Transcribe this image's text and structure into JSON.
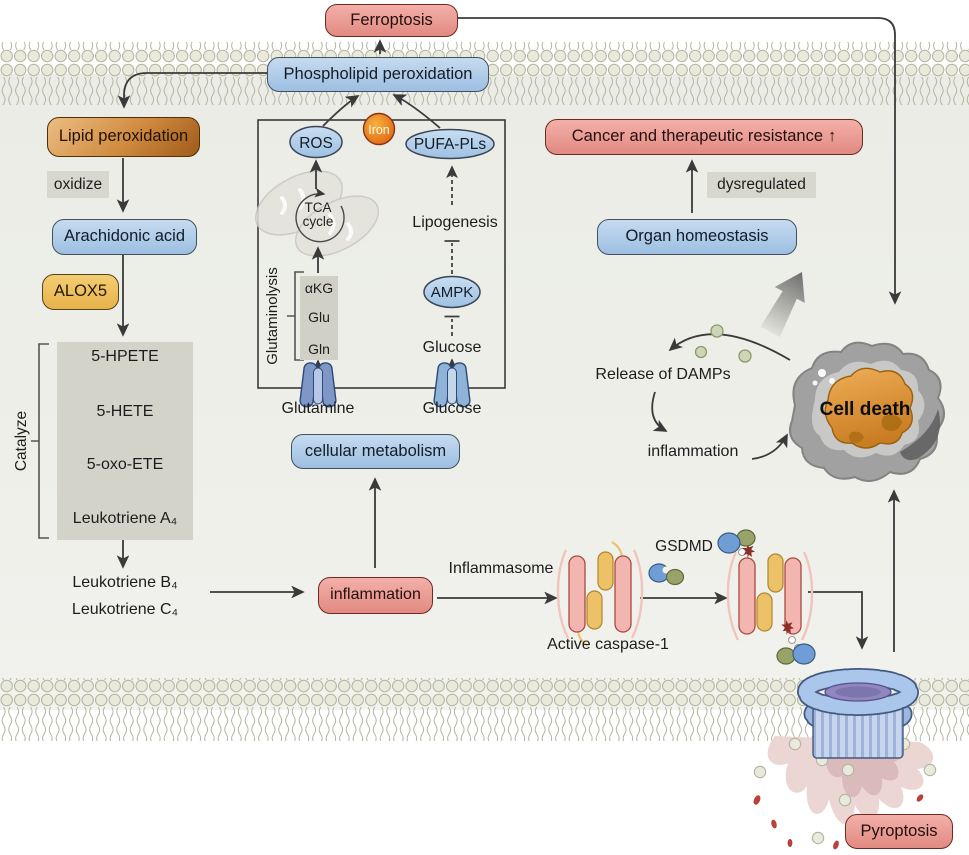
{
  "labels": {
    "ferroptosis": "Ferroptosis",
    "phospholipid_peroxidation": "Phospholipid peroxidation",
    "lipid_peroxidation": "Lipid peroxidation",
    "oxidize": "oxidize",
    "arachidonic_acid": "Arachidonic acid",
    "alox5": "ALOX5",
    "catalyze": "Catalyze",
    "hpete": "5-HPETE",
    "hete": "5-HETE",
    "oxoete": "5-oxo-ETE",
    "lta4": "Leukotriene A₄",
    "ltb4": "Leukotriene B₄",
    "ltc4": "Leukotriene C₄",
    "inflammation_box": "inflammation",
    "inflammasome": "Inflammasome",
    "active_caspase1": "Active caspase-1",
    "gsdmd": "GSDMD",
    "pyroptosis": "Pyroptosis",
    "cellular_metabolism": "cellular metabolism",
    "glutamine": "Glutamine",
    "glucose_outside": "Glucose",
    "glucose_inside": "Glucose",
    "glutaminolysis": "Glutaminolysis",
    "akg": "αKG",
    "glu": "Glu",
    "gln": "Gln",
    "ampk": "AMPK",
    "lipogenesis": "Lipogenesis",
    "ros": "ROS",
    "iron": "Iron",
    "pufa_pls": "PUFA-PLs",
    "tca1": "TCA",
    "tca2": "cycle",
    "cancer": "Cancer and therapeutic resistance",
    "cancer_up_arrow": "↑",
    "dysregulated": "dysregulated",
    "organ_homeostasis": "Organ homeostasis",
    "release_damps": "Release of DAMPs",
    "inflammation_text": "inflammation",
    "cell_death": "Cell death"
  },
  "palette": {
    "red_box": "#eda49c",
    "blue_box": "#aecbe8",
    "brown_box": "#c97a2e",
    "yellow_box": "#f0c468",
    "gray_label": "#d6d6cc",
    "membrane_head": "#e9e9dd",
    "iron_circle": "#e87818",
    "arrow": "#3a3a3a",
    "pore_blue": "#a9c3e8",
    "splash_pink": "#e9d2d0"
  }
}
